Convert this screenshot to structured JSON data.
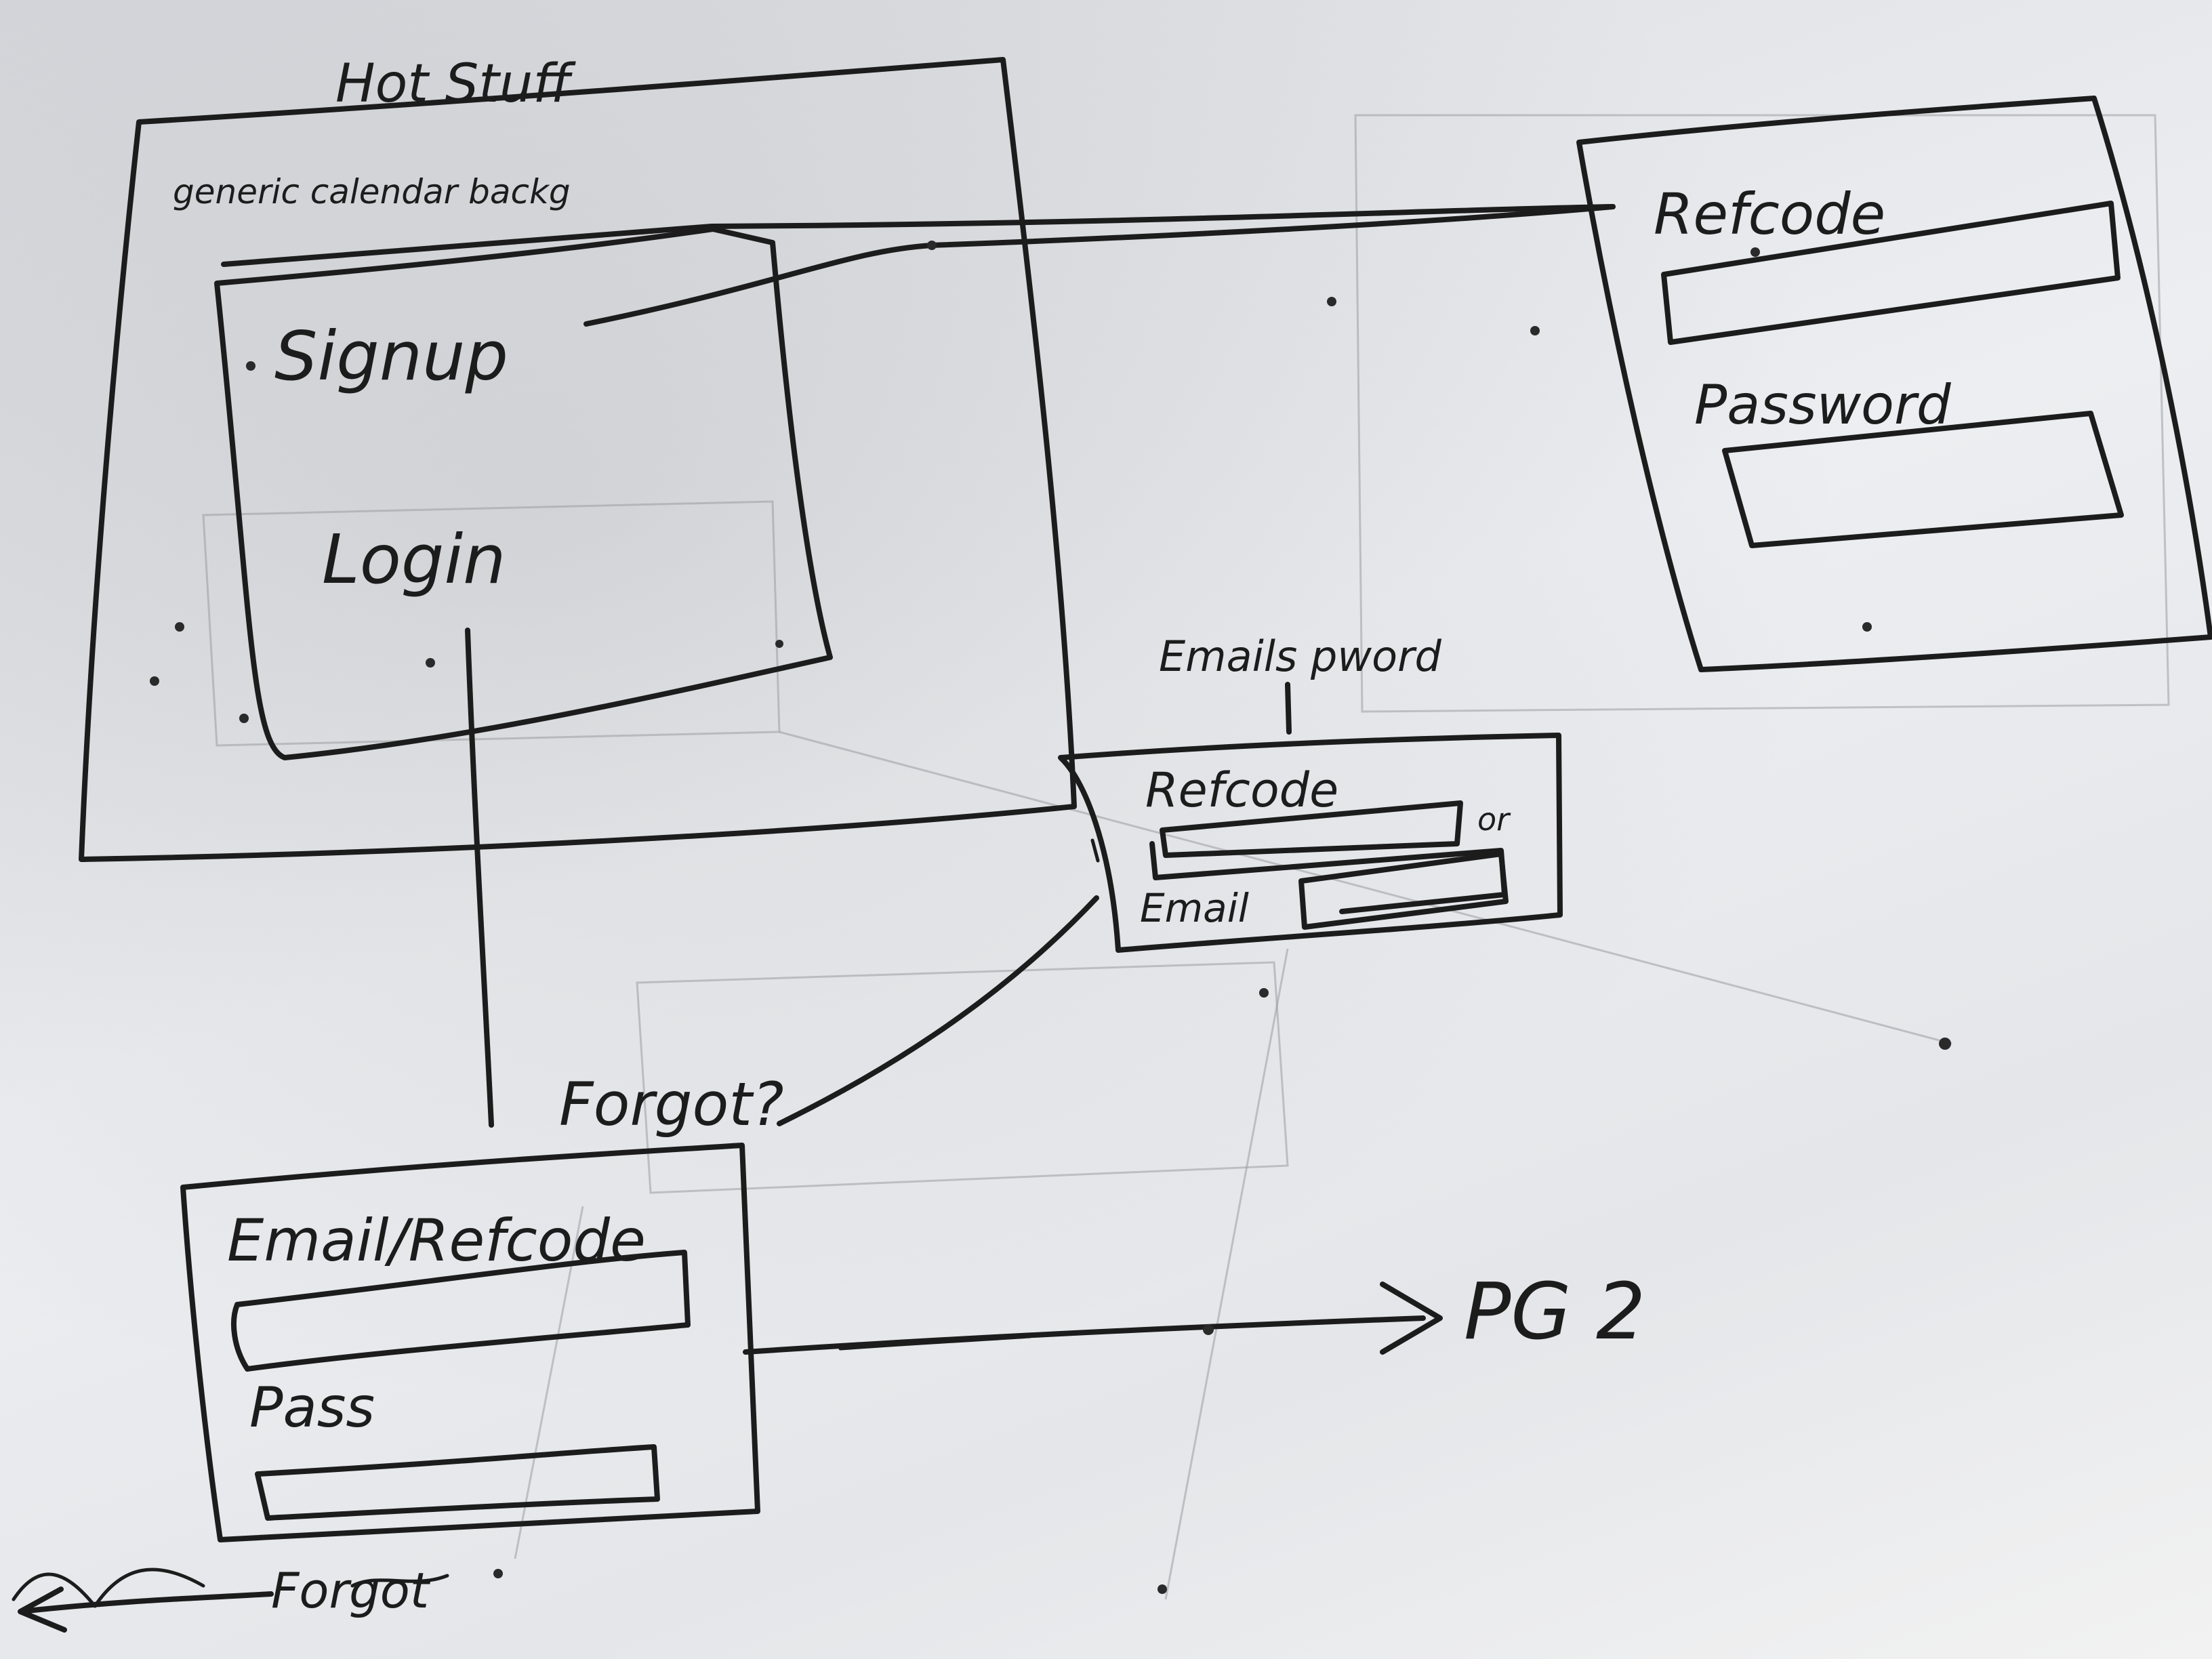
{
  "sketch": {
    "landing": {
      "title": "Hot Stuff",
      "subtitle": "generic calendar backg",
      "signup_label": "Signup",
      "login_label": "Login"
    },
    "signup_form": {
      "refcode_label": "Refcode",
      "password_label": "Password"
    },
    "recovery_note": "Emails pword",
    "recovery_form": {
      "refcode_label": "Refcode",
      "or_label": "or",
      "email_label": "Email"
    },
    "login_form": {
      "email_refcode_label": "Email/Refcode",
      "pass_label": "Pass",
      "forgot_label": "Forgot"
    },
    "forgot_link": "Forgot?",
    "next_page": "PG 2"
  },
  "colors": {
    "ink": "#1c1c1c",
    "paper": "#e7e8ea"
  }
}
